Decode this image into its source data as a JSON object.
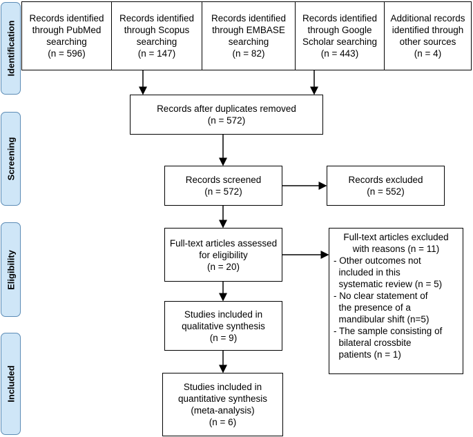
{
  "phases": {
    "identification": "Identification",
    "screening": "Screening",
    "eligibility": "Eligibility",
    "included": "Included"
  },
  "identification_boxes": [
    {
      "lines": [
        "Records identified",
        "through PubMed",
        "searching",
        "(n = 596)"
      ]
    },
    {
      "lines": [
        "Records identified",
        "through Scopus",
        "searching",
        "(n = 147)"
      ]
    },
    {
      "lines": [
        "Records identified",
        "through EMBASE",
        "searching",
        "(n = 82)"
      ]
    },
    {
      "lines": [
        "Records identified",
        "through Google",
        "Scholar searching",
        "(n = 443)"
      ]
    },
    {
      "lines": [
        "Additional records",
        "identified through",
        "other sources",
        "(n = 4)"
      ]
    }
  ],
  "duplicates_removed": {
    "lines": [
      "Records after duplicates removed",
      "(n = 572)"
    ]
  },
  "screened": {
    "lines": [
      "Records screened",
      "(n = 572)"
    ]
  },
  "excluded": {
    "lines": [
      "Records excluded",
      "(n = 552)"
    ]
  },
  "fulltext_assessed": {
    "lines": [
      "Full-text articles assessed",
      "for eligibility",
      "(n = 20)"
    ]
  },
  "fulltext_excluded": {
    "title": [
      "Full-text articles excluded",
      "with reasons (n = 11)"
    ],
    "reasons": [
      "- Other outcomes not",
      "  included in this",
      "  systematic review (n = 5)",
      "- No clear statement of",
      "  the presence of a",
      "  mandibular shift (n=5)",
      "- The sample consisting of",
      "  bilateral crossbite",
      "  patients (n = 1)"
    ]
  },
  "qualitative": {
    "lines": [
      "Studies included in",
      "qualitative synthesis",
      "(n = 9)"
    ]
  },
  "quantitative": {
    "lines": [
      "Studies included in",
      "quantitative synthesis",
      "(meta-analysis)",
      "(n = 6)"
    ]
  }
}
